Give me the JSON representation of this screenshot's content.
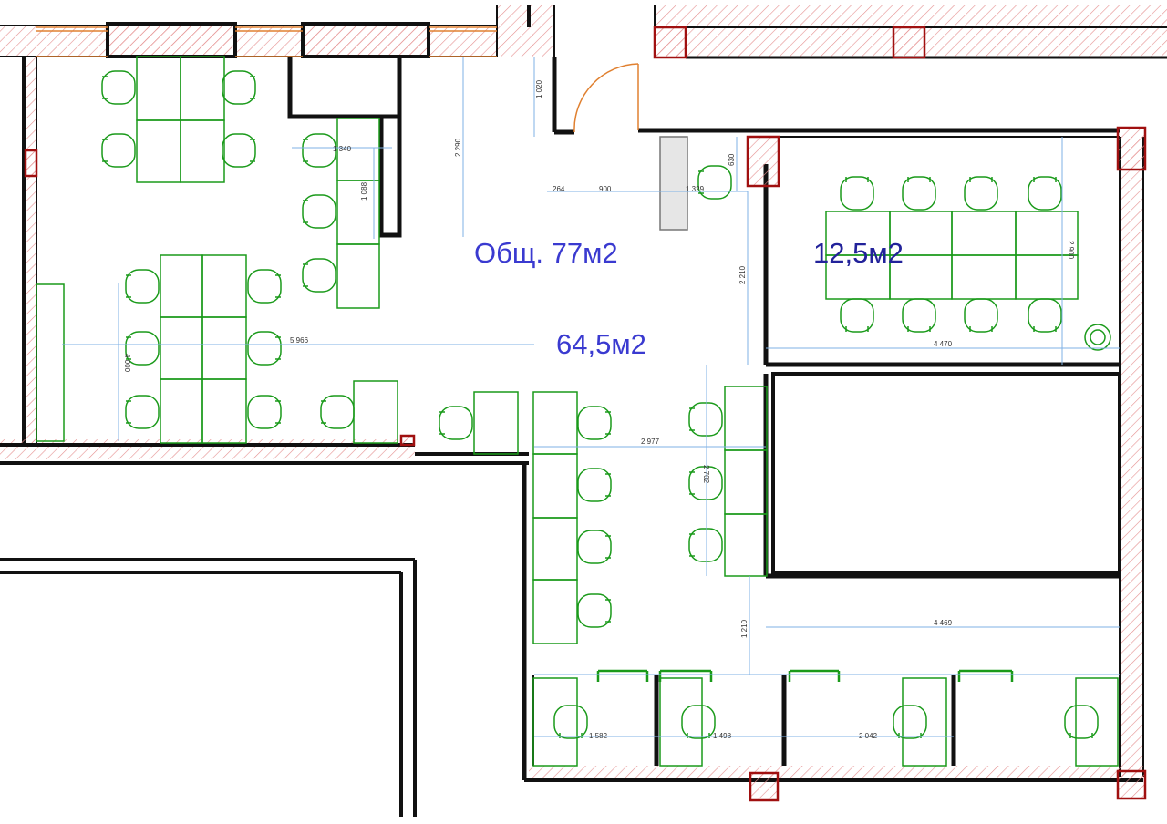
{
  "labels": {
    "total_area": "Общ. 77м2",
    "main_area": "64,5м2",
    "meeting_room_area": "12,5м2"
  },
  "dimensions": {
    "d_1020": "1 020",
    "d_2290": "2 290",
    "d_1340": "1 340",
    "d_1088": "1 088",
    "d_264": "264",
    "d_900": "900",
    "d_1329": "1 329",
    "d_630": "630",
    "d_2210": "2 210",
    "d_2900": "2 900",
    "d_4470": "4 470",
    "d_5966": "5 966",
    "d_4000": "4 000",
    "d_2977": "2 977",
    "d_2702": "2 702",
    "d_1210": "1 210",
    "d_4469": "4 469",
    "d_1582": "1 582",
    "d_1498": "1 498",
    "d_2042": "2 042"
  },
  "colors": {
    "wall": "#111111",
    "hatch": "#e08080",
    "furniture": "#1a9a1a",
    "dimension": "#7fb2e5",
    "door": "#e08030",
    "column": "#a01010",
    "window": "#e08030"
  }
}
